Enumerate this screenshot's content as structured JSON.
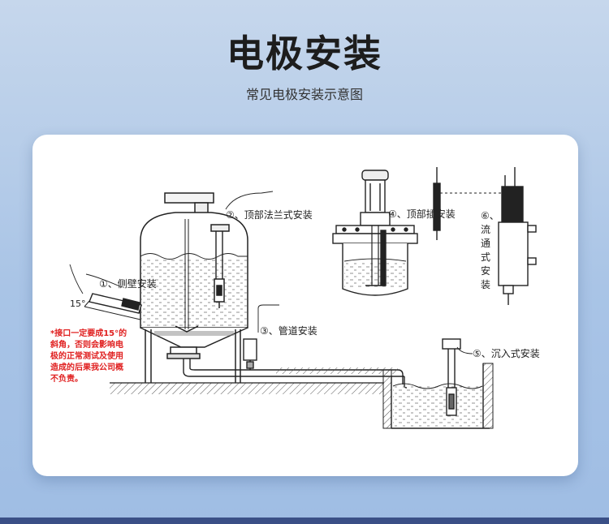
{
  "header": {
    "title": "电极安装",
    "subtitle": "常见电极安装示意图"
  },
  "diagram": {
    "labels": {
      "side_wall": "①、侧壁安装",
      "top_flange": "②、顶部法兰式安装",
      "pipeline": "③、管道安装",
      "top_insert": "④、顶部插安装",
      "immersion": "⑤、沉入式安装",
      "flow_vertical": [
        "⑥、",
        "流",
        "通",
        "式",
        "安",
        "装"
      ]
    },
    "angle": "15°",
    "warning_lines": [
      "*接口一定要成15°的",
      "斜角，否则会影响电",
      "极的正常测试及使用",
      "造成的后果我公司概",
      "不负责。"
    ],
    "colors": {
      "warning": "#e02020",
      "line": "#222222"
    }
  }
}
